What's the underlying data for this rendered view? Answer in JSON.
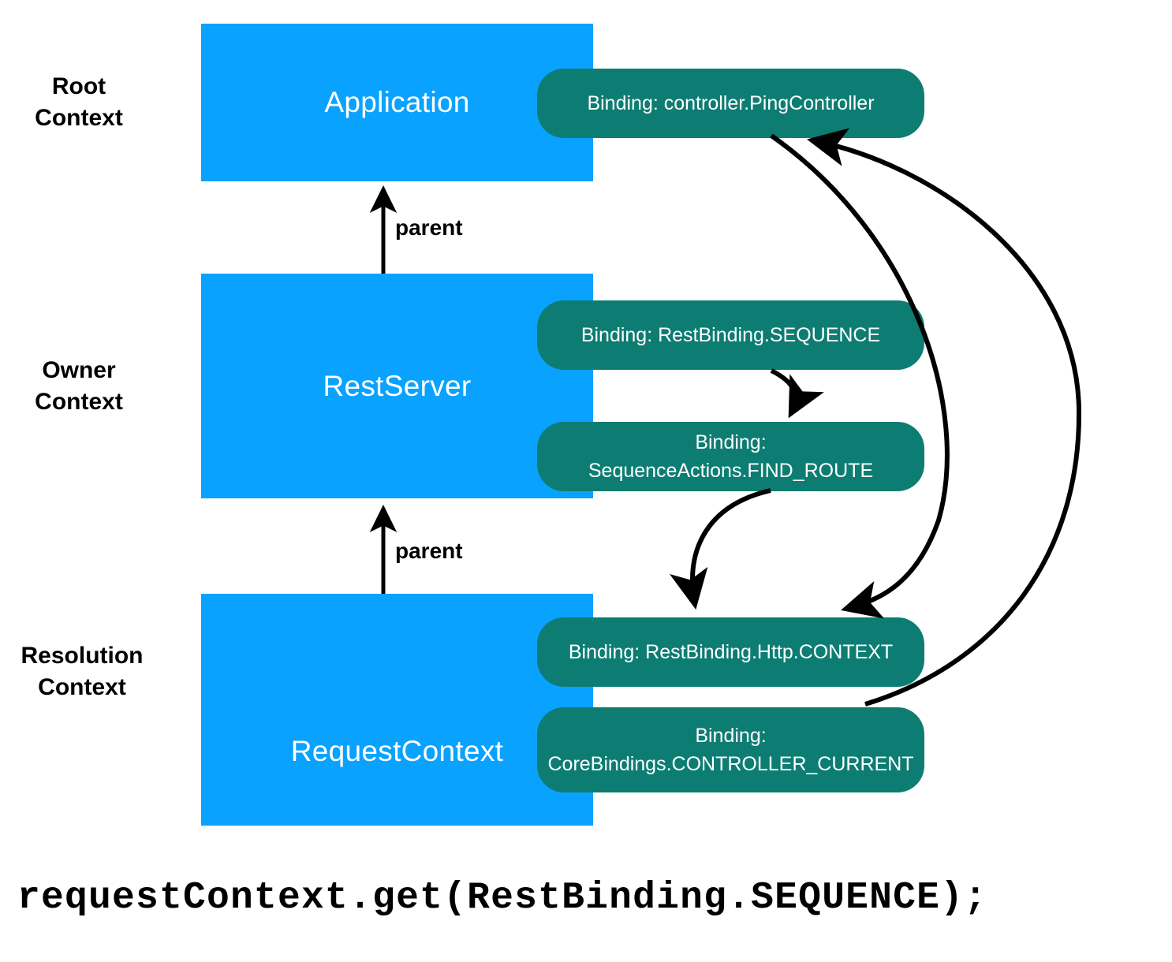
{
  "diagram": {
    "title_code": "requestContext.get(RestBinding.SEQUENCE);",
    "colors": {
      "context_box": "#0AA2FF",
      "binding_pill": "#0D7D73",
      "arrow": "#000000",
      "text_on_fill": "#ffffff",
      "label": "#000000",
      "background": "#ffffff"
    },
    "contexts": [
      {
        "id": "root",
        "side_label": "Root\nContext",
        "box_title": "Application",
        "bindings": [
          {
            "id": "ping-controller",
            "label": "Binding: controller.PingController"
          }
        ]
      },
      {
        "id": "owner",
        "side_label": "Owner\nContext",
        "box_title": "RestServer",
        "bindings": [
          {
            "id": "rest-binding-sequence",
            "label": "Binding: RestBinding.SEQUENCE"
          },
          {
            "id": "sequence-actions-find-route",
            "label": "Binding: SequenceActions.FIND_ROUTE"
          }
        ]
      },
      {
        "id": "resolution",
        "side_label": "Resolution\nContext",
        "box_title": "RequestContext",
        "bindings": [
          {
            "id": "rest-binding-http-context",
            "label": "Binding: RestBinding.Http.CONTEXT"
          },
          {
            "id": "core-bindings-controller-current",
            "label": "Binding:\nCoreBindings.CONTROLLER_CURRENT"
          }
        ]
      }
    ],
    "edges": [
      {
        "id": "parent-owner-to-root",
        "label": "parent",
        "from": "RestServer",
        "to": "Application"
      },
      {
        "id": "parent-resolution-to-owner",
        "label": "parent",
        "from": "RequestContext",
        "to": "RestServer"
      },
      {
        "id": "sequence-to-find-route",
        "label": "",
        "from": "Binding: RestBinding.SEQUENCE",
        "to": "Binding: SequenceActions.FIND_ROUTE"
      },
      {
        "id": "find-route-to-http-context",
        "label": "",
        "from": "Binding: SequenceActions.FIND_ROUTE",
        "to": "Binding: RestBinding.Http.CONTEXT"
      },
      {
        "id": "ping-controller-to-http-context",
        "label": "",
        "from": "Binding: controller.PingController",
        "to": "Binding: RestBinding.Http.CONTEXT"
      },
      {
        "id": "controller-current-to-ping-controller",
        "label": "",
        "from": "Binding: CoreBindings.CONTROLLER_CURRENT",
        "to": "Binding: controller.PingController"
      }
    ]
  }
}
